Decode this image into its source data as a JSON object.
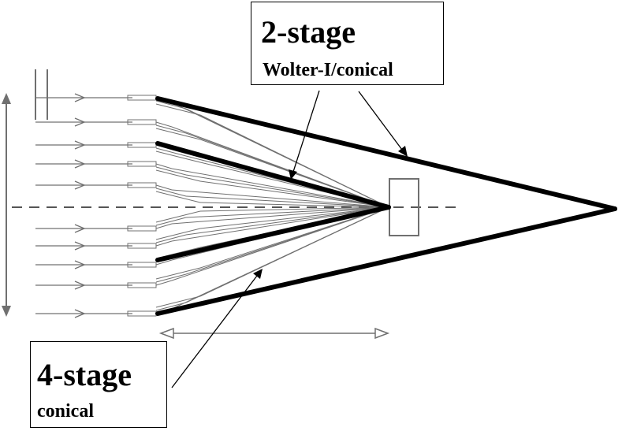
{
  "labels": {
    "two_stage": {
      "title": "2-stage",
      "subtitle": "Wolter-I/conical"
    },
    "four_stage": {
      "title": "4-stage",
      "subtitle": "conical"
    }
  },
  "colors": {
    "ray": "#707070",
    "mirror": "#000000",
    "axis": "#555555",
    "background": "#ffffff"
  }
}
